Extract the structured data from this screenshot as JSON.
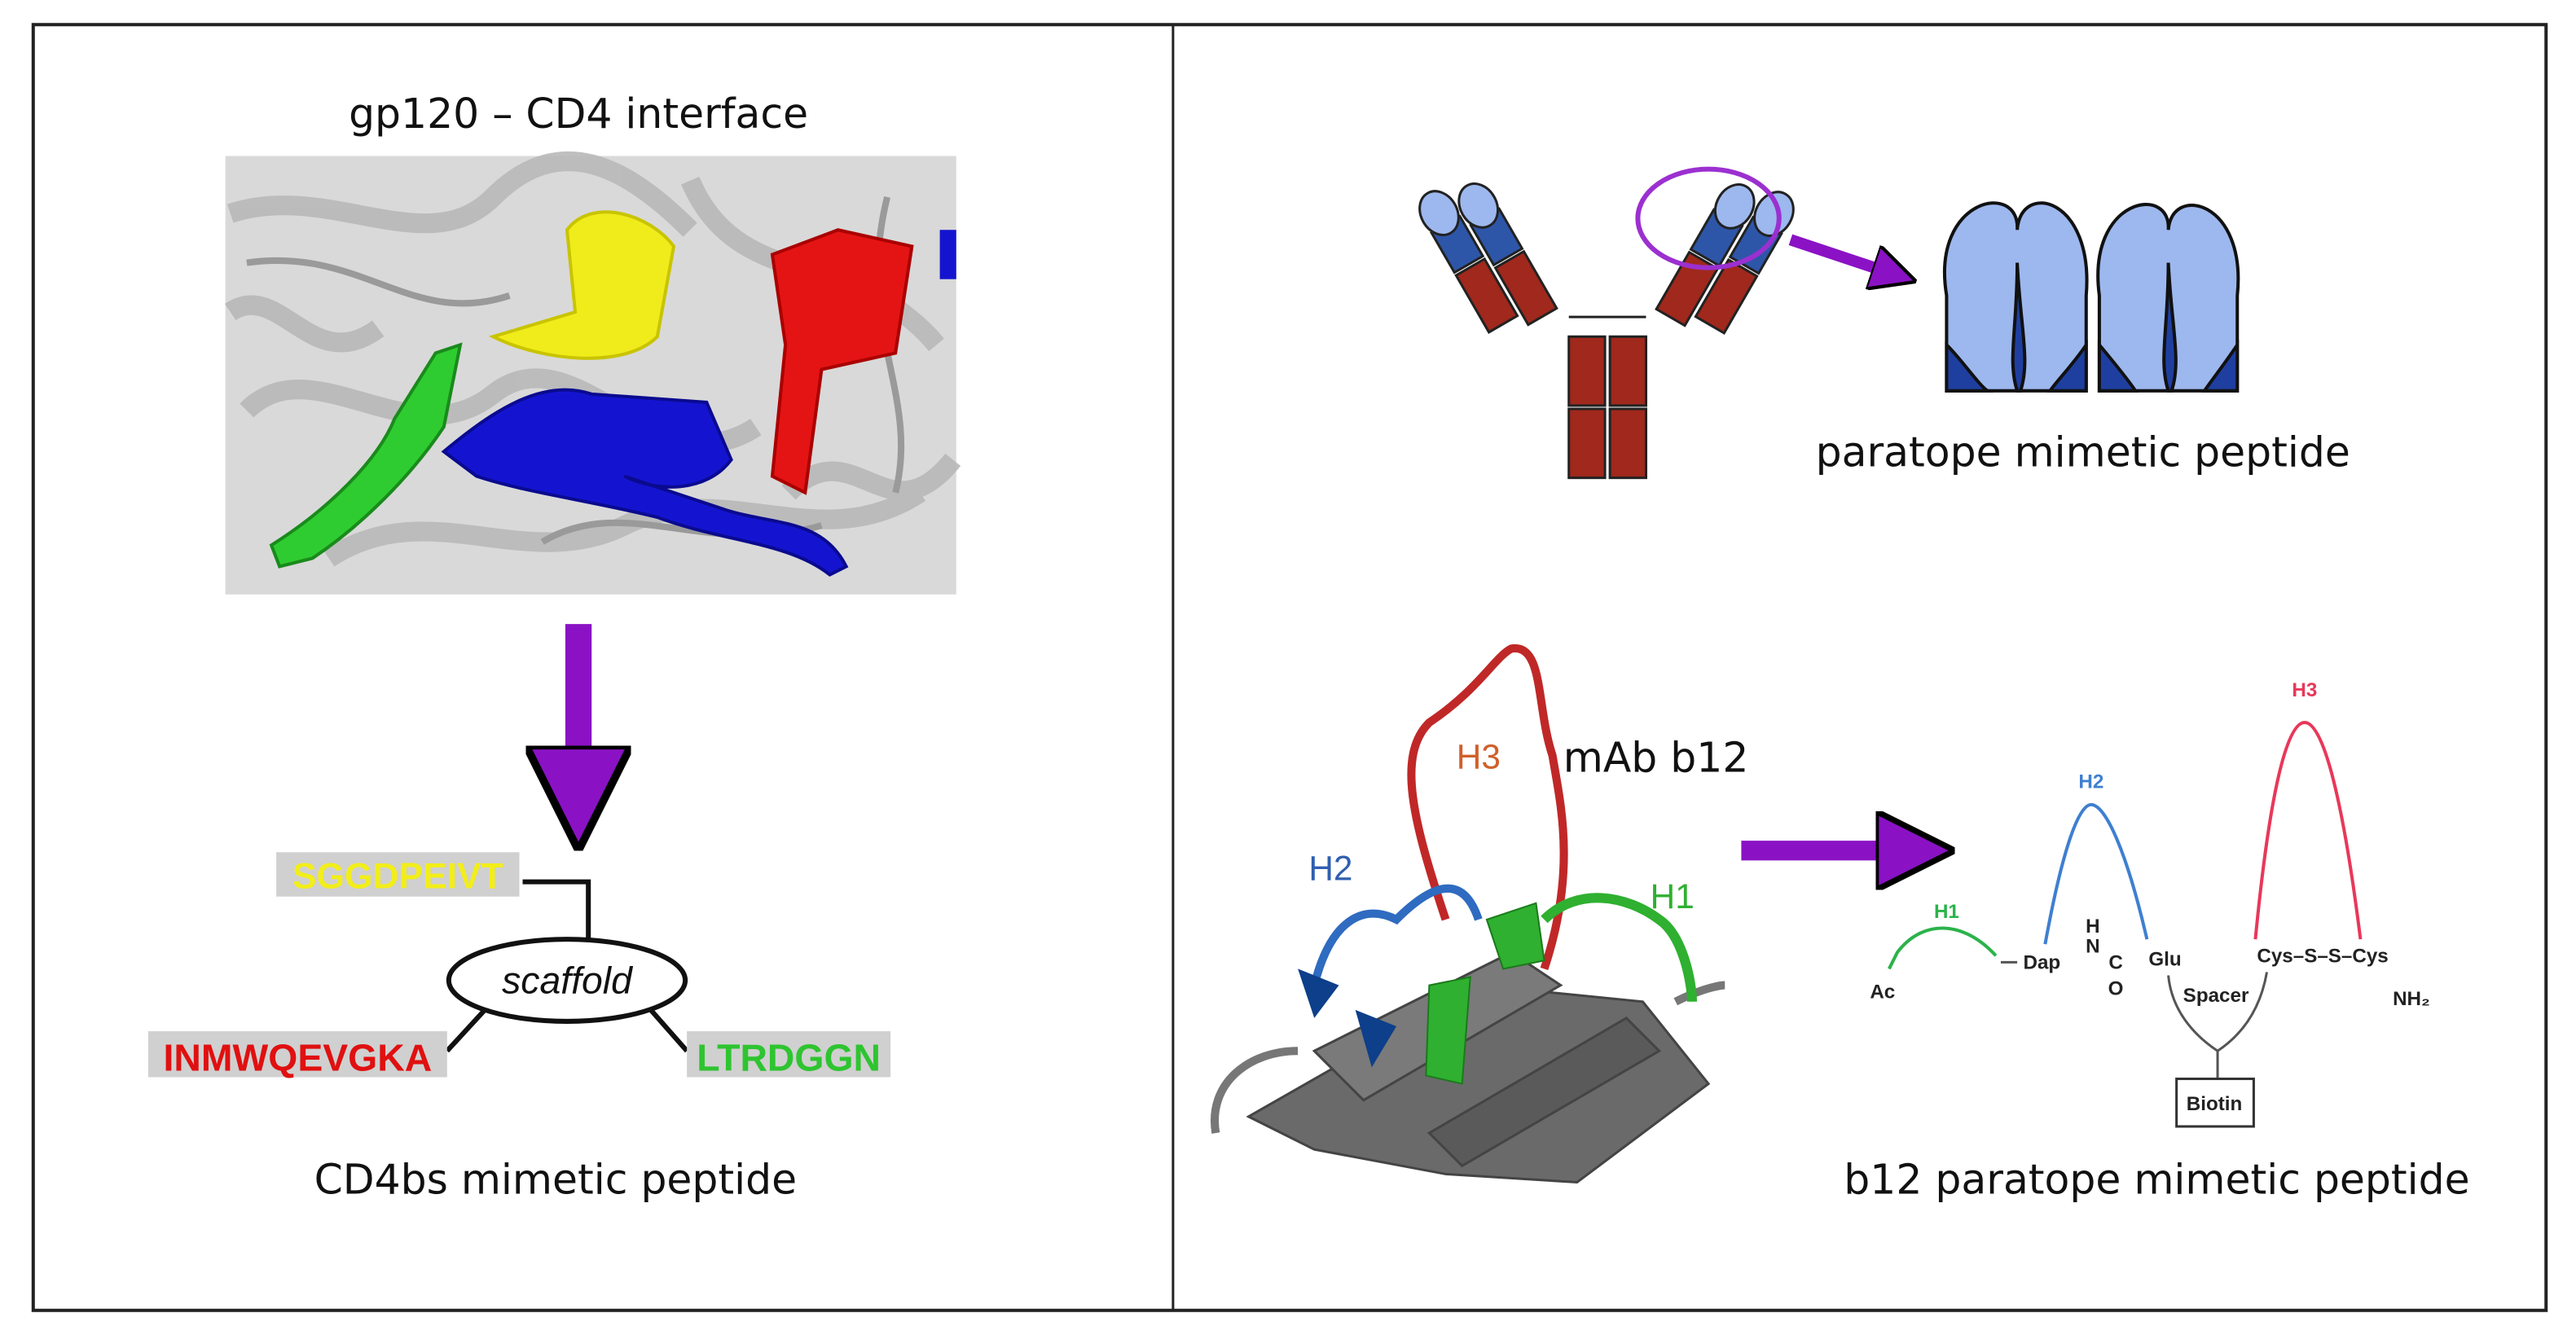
{
  "left_panel": {
    "title": "gp120 – CD4 interface",
    "scaffold_label": "scaffold",
    "sequences": {
      "yellow": "SGGDPEIVT",
      "red": "INMWQEVGKA",
      "green": "LTRDGGN"
    },
    "caption": "CD4bs mimetic peptide"
  },
  "right_top": {
    "caption": "paratope mimetic peptide"
  },
  "right_bottom": {
    "antibody_label": "mAb b12",
    "loops": {
      "h1": "H1",
      "h2": "H2",
      "h3": "H3"
    },
    "structure": {
      "ac": "Ac",
      "dap": "Dap",
      "h": "H",
      "n": "N",
      "c": "C",
      "o": "O",
      "glu": "Glu",
      "cys_bridge": "Cys–S–S–Cys",
      "nh2": "NH₂",
      "spacer": "Spacer",
      "biotin": "Biotin"
    },
    "caption": "b12 paratope mimetic peptide"
  },
  "colors": {
    "arrow": "#8a12c4",
    "yellow": "#f2ee1a",
    "red": "#e01010",
    "green": "#2ec430",
    "blue": "#1010d0",
    "antibody_red": "#a0281c",
    "paratope_blue": "#9db8ee",
    "h1": "#2bb34a",
    "h2": "#3f7fd0",
    "h3": "#e8385a"
  }
}
